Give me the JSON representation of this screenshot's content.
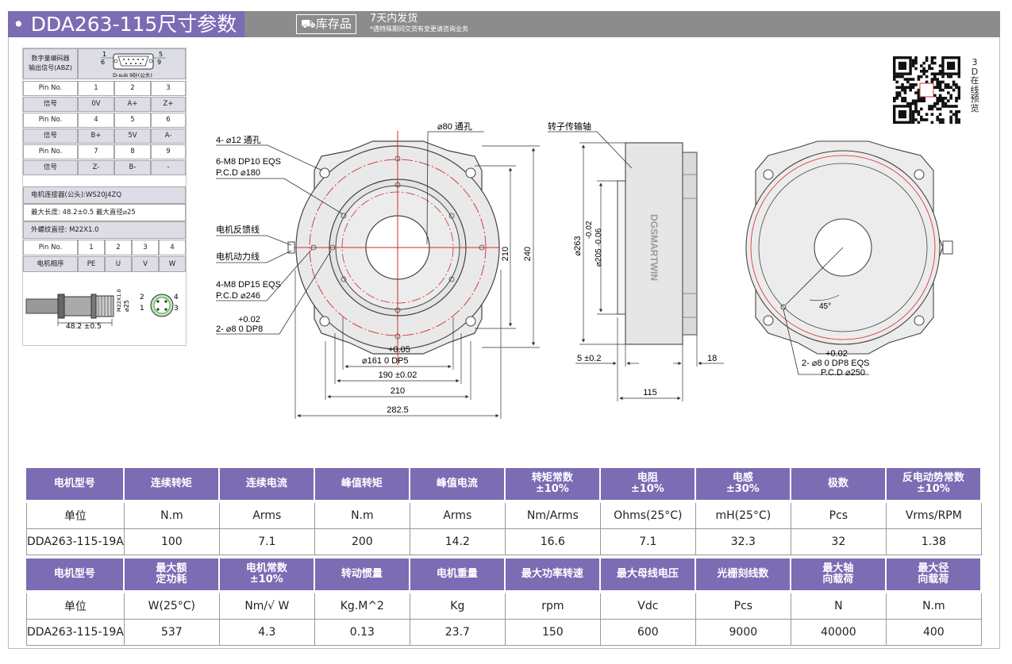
{
  "header": {
    "title": "• DDA263-115尺寸参数",
    "stock_badge": "库存品",
    "delivery_line1": "7天内发货",
    "delivery_line2": "*遇特殊期间交货有变更请咨询业务"
  },
  "qr": {
    "caption_chars": [
      "3",
      "D",
      "在",
      "线",
      "预",
      "览"
    ]
  },
  "encoder": {
    "title_line1": "数字量编码器",
    "title_line2": "输出信号(ABZ)",
    "connector_caption": "D-sub 9针(公头)",
    "connector_pin_1": "1",
    "connector_pin_5": "5",
    "connector_pin_6": "6",
    "connector_pin_9": "9",
    "rows": [
      [
        "Pin No.",
        "1",
        "2",
        "3"
      ],
      [
        "信号",
        "0V",
        "A+",
        "Z+"
      ],
      [
        "Pin No.",
        "4",
        "5",
        "6"
      ],
      [
        "信号",
        "B+",
        "5V",
        "A-"
      ],
      [
        "Pin No.",
        "7",
        "8",
        "9"
      ],
      [
        "信号",
        "Z-",
        "B-",
        "-"
      ]
    ]
  },
  "motor_connector": {
    "model": "电机连接器(公头):WS20J4ZQ",
    "length": "最大长度: 48.2±0.5   最大直径⌀25",
    "thread": "外螺纹直径: M22X1.0",
    "rows": [
      [
        "Pin No.",
        "1",
        "2",
        "3",
        "4"
      ],
      [
        "电机相序",
        "PE",
        "U",
        "V",
        "W"
      ]
    ],
    "dim_length": "48.2 ±0.5",
    "dim_thread": "M22X1.0",
    "dim_dia": "⌀25",
    "pin_labels": [
      "2",
      "4",
      "1",
      "3"
    ]
  },
  "front_view": {
    "holes_4": "4- ⌀12 通孔",
    "m8_line1": "6-M8 DP10 EQS",
    "m8_line2": "P.C.D ⌀180",
    "feedback": "电机反馈线",
    "power": "电机动力线",
    "m8b_line1": "4-M8 DP15 EQS",
    "m8b_line2": "P.C.D ⌀246",
    "pin_tol": "+0.02",
    "pin_line": "2- ⌀8   0    DP8",
    "through": "⌀80 通孔",
    "dim_210v": "210",
    "dim_240v": "240",
    "d161_tol": "+0.05",
    "d161": "⌀161   0     DP5",
    "d190": "190 ±0.02",
    "d210": "210",
    "d282": "282.5"
  },
  "side_view": {
    "rotor": "转子传输轴",
    "brand": "DGSMARTWIN",
    "dia263": "⌀263",
    "tol_a": "-0.02",
    "tol_b": "⌀205 -0.06",
    "d5": "5 ±0.2",
    "d18": "18",
    "d115": "115"
  },
  "back_view": {
    "angle": "45°",
    "tol": "+0.02",
    "pin_line": "2- ⌀8   0     DP8 EQS",
    "pcd": "P.C.D ⌀250"
  },
  "params": {
    "header1": [
      "电机型号",
      "连续转矩",
      "连续电流",
      "峰值转矩",
      "峰值电流",
      "转矩常数\n±10%",
      "电阻\n±10%",
      "电感\n±30%",
      "极数",
      "反电动势常数\n±10%"
    ],
    "unit1": [
      "单位",
      "N.m",
      "Arms",
      "N.m",
      "Arms",
      "Nm/Arms",
      "Ohms(25°C)",
      "mH(25°C)",
      "Pcs",
      "Vrms/RPM"
    ],
    "value1": [
      "DDA263-115-19A",
      "100",
      "7.1",
      "200",
      "14.2",
      "16.6",
      "7.1",
      "32.3",
      "32",
      "1.38"
    ],
    "header2": [
      "电机型号",
      "最大额\n定功耗",
      "电机常数\n±10%",
      "转动惯量",
      "电机重量",
      "最大功率转速",
      "最大母线电压",
      "光栅刻线数",
      "最大轴\n向载荷",
      "最大径\n向载荷"
    ],
    "unit2": [
      "单位",
      "W(25°C)",
      "Nm/√ W",
      "Kg.M^2",
      "Kg",
      "rpm",
      "Vdc",
      "Pcs",
      "N",
      "N.m"
    ],
    "value2": [
      "DDA263-115-19A",
      "537",
      "4.3",
      "0.13",
      "23.7",
      "150",
      "600",
      "9000",
      "40000",
      "400"
    ]
  },
  "colors": {
    "accent": "#7b6cb4",
    "header_gray": "#8c8c8c",
    "center_red": "#e0202a",
    "label_bg": "#dcdde6"
  }
}
